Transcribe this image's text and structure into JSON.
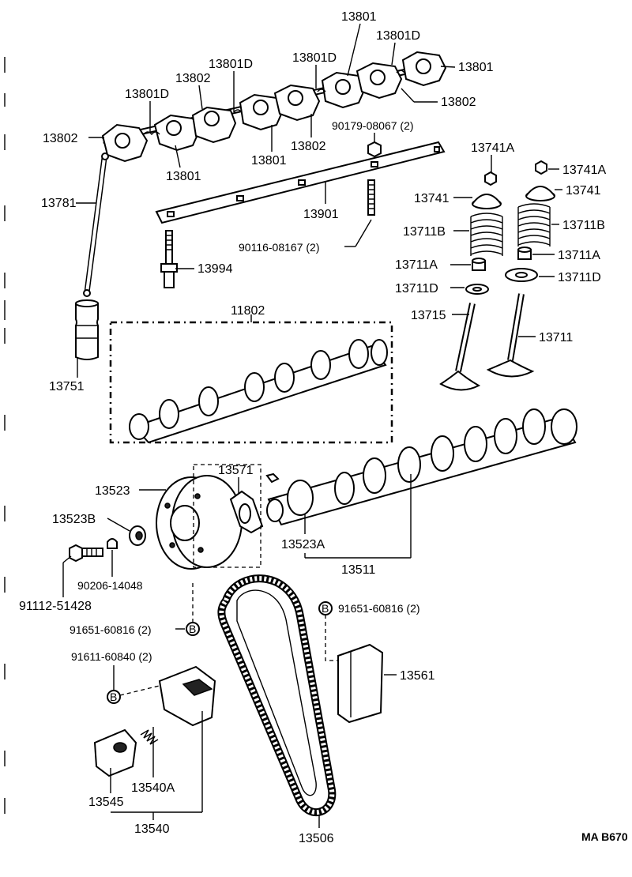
{
  "diagram": {
    "page_code": "MA B670",
    "labels": {
      "rocker_13801_top": "13801",
      "rocker_13801D_top": "13801D",
      "rocker_13801_right": "13801",
      "rocker_13801D_mid": "13801D",
      "rocker_13802_right": "13802",
      "rocker_13801D_left": "13801D",
      "rocker_13802_mid": "13802",
      "rocker_13801D_far": "13801D",
      "rocker_13802_left": "13802",
      "rocker_13801_low1": "13801",
      "rocker_13801_low2": "13801",
      "rocker_13802_low": "13802",
      "bolt_90179": "90179-08067 (2)",
      "pushrod": "13781",
      "shaft": "13901",
      "stud_90116": "90116-08167 (2)",
      "adjust_screw": "13994",
      "lifter": "13751",
      "camshaft_assy": "11802",
      "keeper_left": "13741A",
      "keeper_right": "13741A",
      "retainer_left": "13741",
      "retainer_right": "13741",
      "spring_left": "13711B",
      "spring_right": "13711B",
      "seal_left": "13711A",
      "seal_right": "13711A",
      "seat_left": "13711D",
      "seat_right": "13711D",
      "valve_exhaust": "13715",
      "valve_intake": "13711",
      "sprocket": "13523",
      "thrust_plate": "13571",
      "washer": "13523B",
      "pin": "13523A",
      "camshaft": "13511",
      "bolt_91112": "91112-51428",
      "pin_90206": "90206-14048",
      "bolt_91651_a": "91651-60816 (2)",
      "bolt_91651_b": "91651-60816 (2)",
      "bolt_91611": "91611-60840 (2)",
      "damper": "13561",
      "tensioner_spring": "13540A",
      "tensioner_slipper": "13545",
      "tensioner_assy": "13540",
      "chain": "13506",
      "ref_b": "B"
    }
  }
}
